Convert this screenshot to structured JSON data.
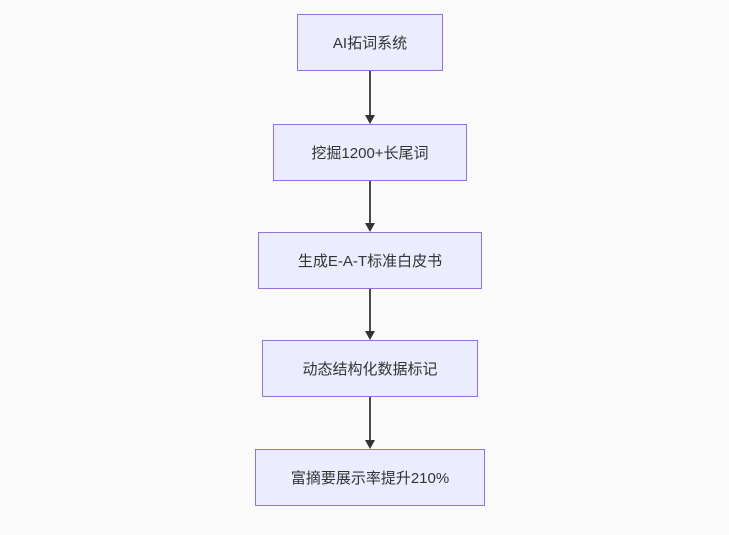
{
  "diagram": {
    "type": "flowchart",
    "direction": "top-down",
    "colors": {
      "background": "#fafafa",
      "node_fill": "#ececff",
      "node_border": "#9370db",
      "arrow_line": "#4a4a4a",
      "arrow_head": "#333333",
      "text": "#333333"
    },
    "nodes": [
      {
        "id": "node-1",
        "label": "AI拓词系统"
      },
      {
        "id": "node-2",
        "label": "挖掘1200+长尾词"
      },
      {
        "id": "node-3",
        "label": "生成E-A-T标准白皮书"
      },
      {
        "id": "node-4",
        "label": "动态结构化数据标记"
      },
      {
        "id": "node-5",
        "label": "富摘要展示率提升210%"
      }
    ],
    "edges": [
      {
        "from": "node-1",
        "to": "node-2"
      },
      {
        "from": "node-2",
        "to": "node-3"
      },
      {
        "from": "node-3",
        "to": "node-4"
      },
      {
        "from": "node-4",
        "to": "node-5"
      }
    ]
  }
}
